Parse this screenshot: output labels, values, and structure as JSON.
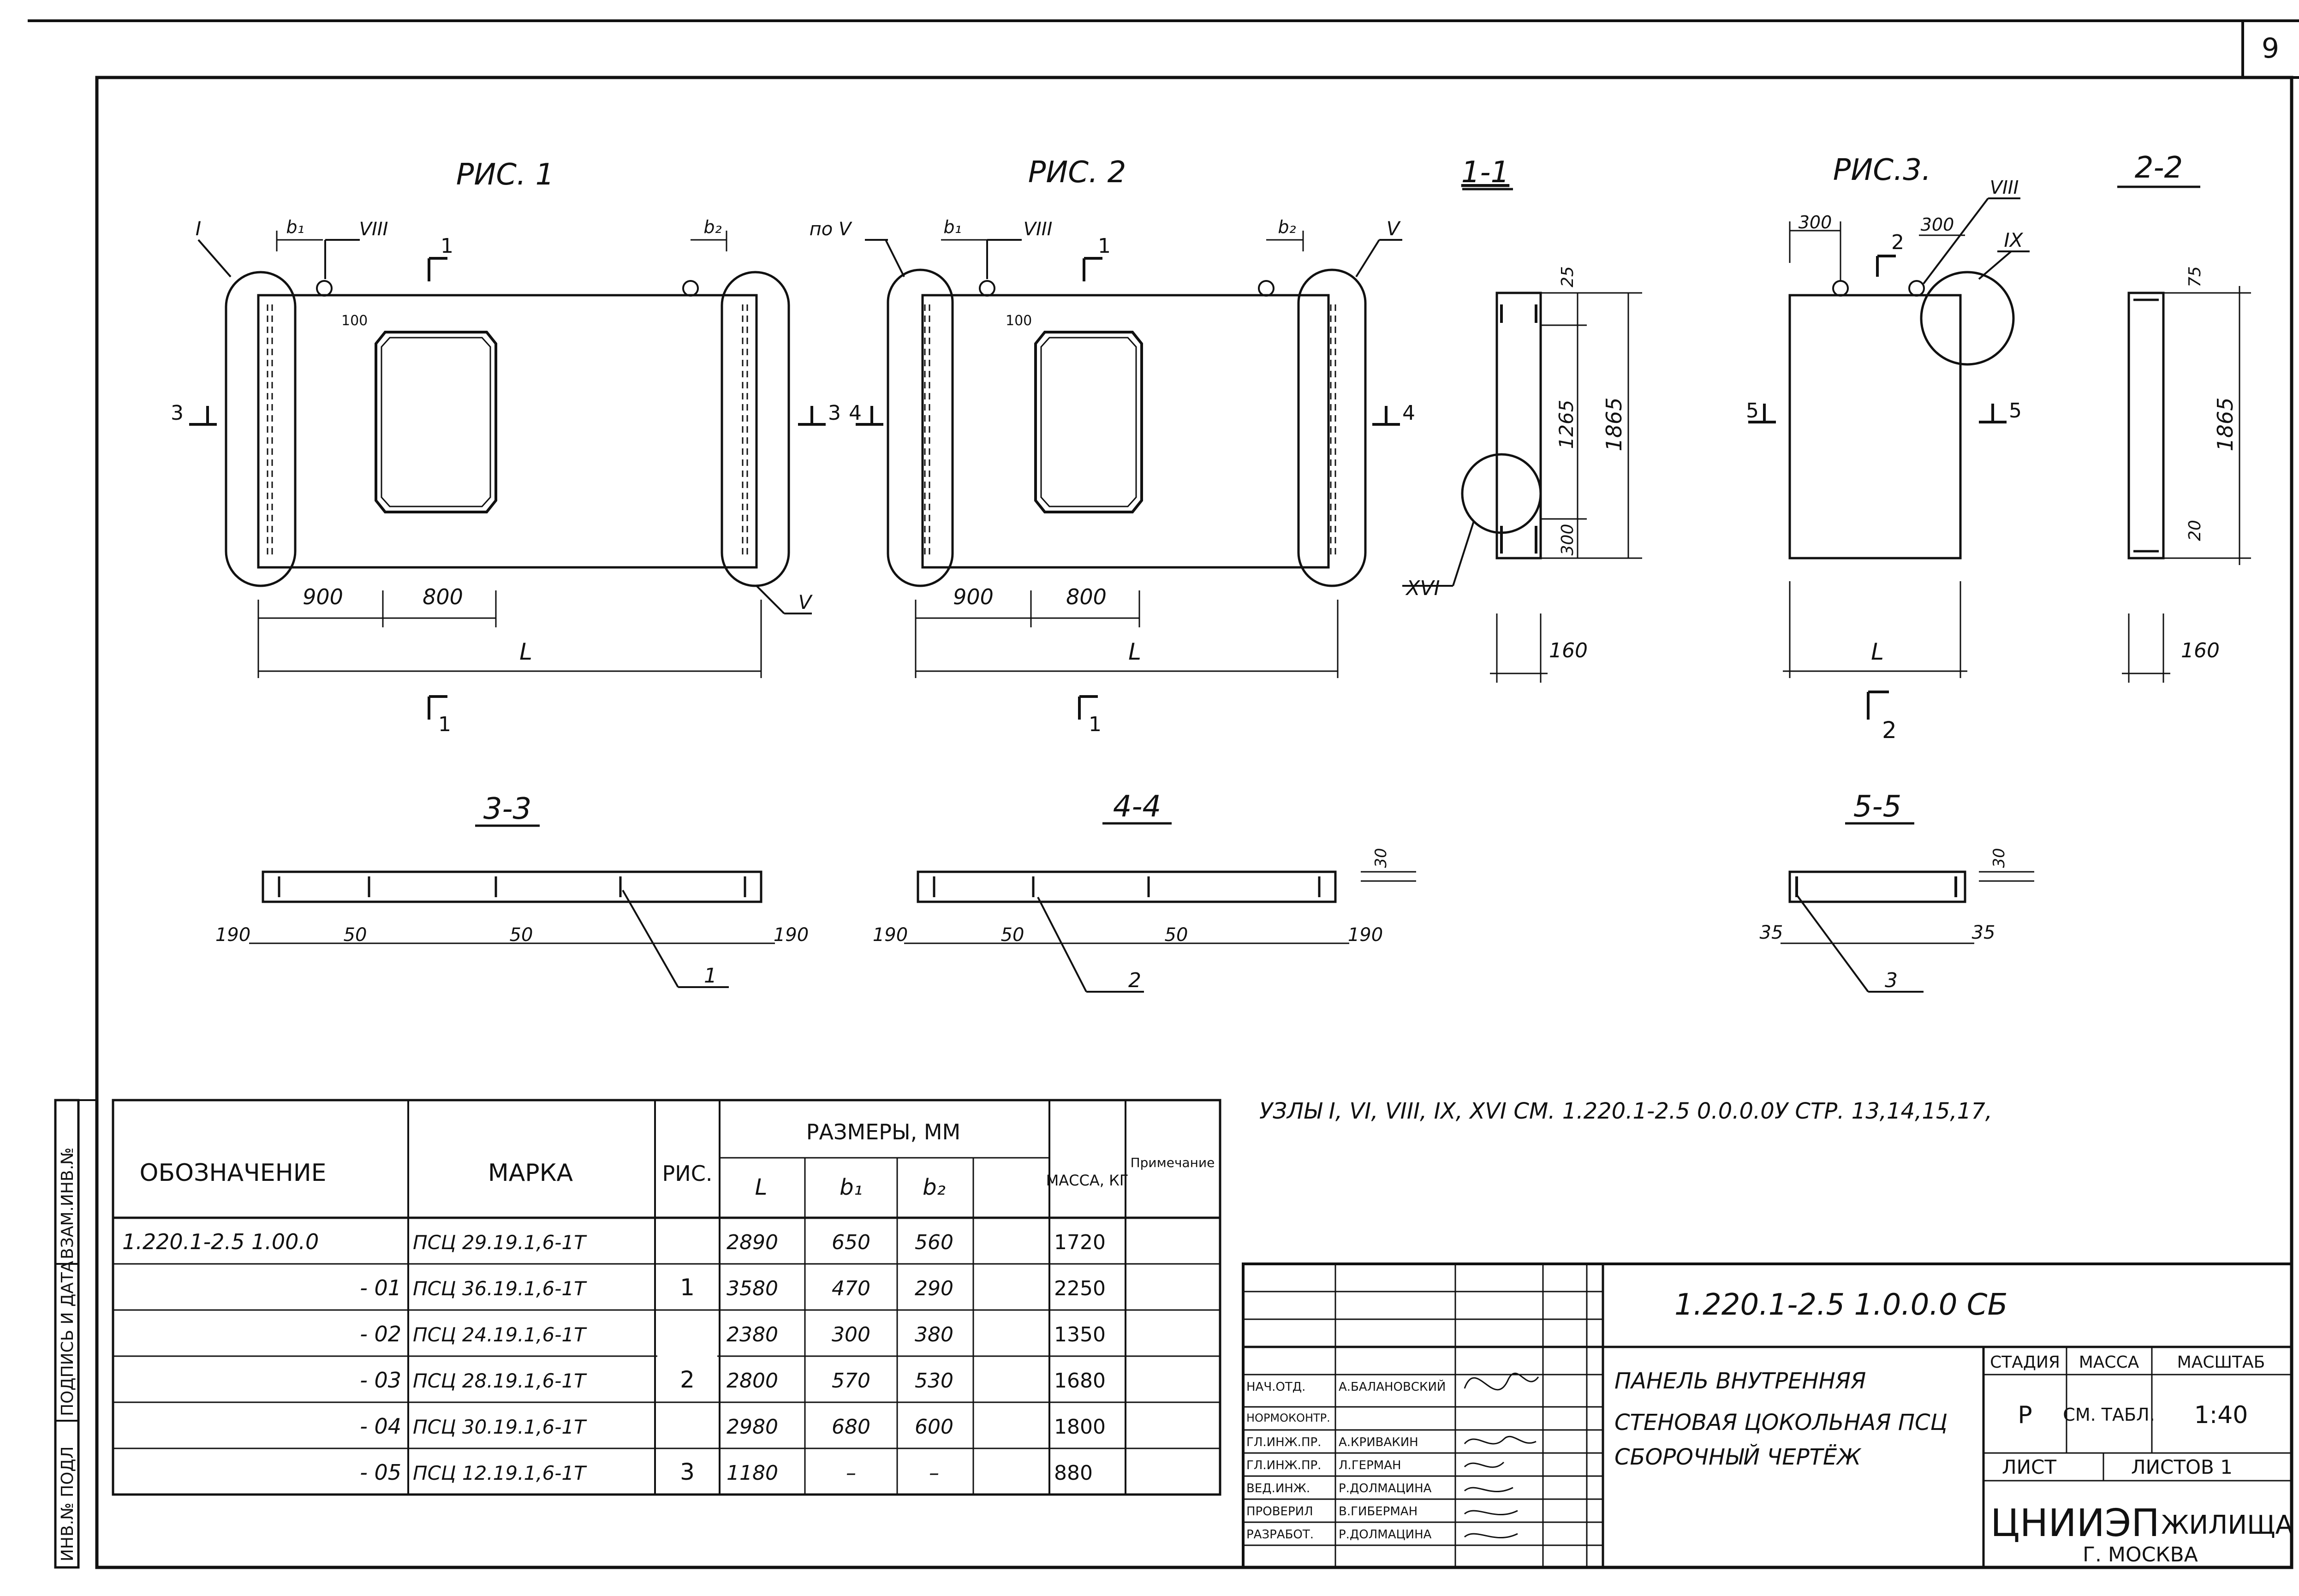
{
  "sheet": {
    "page_number": "9",
    "stamp_side": [
      "ИНВ.№ ПОДЛ",
      "ПОДПИСЬ И ДАТА",
      "ВЗАМ.ИНВ.№"
    ]
  },
  "figures": {
    "fig1": {
      "title": "РИС. 1",
      "node_tl": "I",
      "node_top": "VIII",
      "node_br": "V",
      "b1": "b₁",
      "b2": "b₂",
      "cut_top": "1",
      "cut_bottom": "1",
      "cut_left": "3",
      "cut_right": "3",
      "dim_100": "100",
      "dim_900": "900",
      "dim_800": "800",
      "dim_L": "L"
    },
    "fig2": {
      "title": "РИС. 2",
      "node_tl": "по V",
      "node_top": "VIII",
      "node_tr": "V",
      "b1": "b₁",
      "b2": "b₂",
      "cut_top": "1",
      "cut_bottom": "1",
      "cut_left": "4",
      "cut_right": "4",
      "dim_100": "100",
      "dim_900": "900",
      "dim_800": "800",
      "dim_L": "L"
    },
    "sec11": {
      "title": "1-1",
      "d25": "25",
      "d1265": "1265",
      "d1865": "1865",
      "d300": "300",
      "d160": "160",
      "node": "XVI"
    },
    "fig3": {
      "title": "РИС.3.",
      "d300a": "300",
      "d300b": "300",
      "cut2": "2",
      "node_a": "VIII",
      "node_b": "IX",
      "cut_left": "5",
      "cut_right": "5",
      "cut_bottom": "2",
      "dim_L": "L"
    },
    "sec22": {
      "title": "2-2",
      "d75": "75",
      "d1865": "1865",
      "d20": "20",
      "d160": "160"
    },
    "sec33": {
      "title": "3-3",
      "d190a": "190",
      "d50a": "50",
      "d50b": "50",
      "d190b": "190",
      "pos": "1"
    },
    "sec44": {
      "title": "4-4",
      "d190a": "190",
      "d50a": "50",
      "d50b": "50",
      "d190b": "190",
      "pos": "2",
      "d30": "30"
    },
    "sec55": {
      "title": "5-5",
      "d35a": "35",
      "d35b": "35",
      "pos": "3",
      "d30": "30"
    }
  },
  "note": "УЗЛЫ I, VI, VIII, IX, XVI СМ. 1.220.1-2.5 0.0.0.0У СТР. 13,14,15,17,",
  "spec_table": {
    "headers": {
      "designation": "ОБОЗНАЧЕНИЕ",
      "mark": "МАРКА",
      "fig": "РИС.",
      "sizes": "РАЗМЕРЫ, ММ",
      "L": "L",
      "b1": "b₁",
      "b2": "b₂",
      "mass": "МАССА, КГ",
      "note": "Примечание"
    },
    "rows": [
      {
        "designation": "1.220.1-2.5 1.00.0",
        "mark": "ПСЦ 29.19.1,6-1Т",
        "L": "2890",
        "b1": "650",
        "b2": "560",
        "mass": "1720"
      },
      {
        "designation": "- 01",
        "mark": "ПСЦ 36.19.1,6-1Т",
        "L": "3580",
        "b1": "470",
        "b2": "290",
        "mass": "2250"
      },
      {
        "designation": "- 02",
        "mark": "ПСЦ 24.19.1,6-1Т",
        "L": "2380",
        "b1": "300",
        "b2": "380",
        "mass": "1350"
      },
      {
        "designation": "- 03",
        "mark": "ПСЦ 28.19.1,6-1Т",
        "L": "2800",
        "b1": "570",
        "b2": "530",
        "mass": "1680"
      },
      {
        "designation": "- 04",
        "mark": "ПСЦ 30.19.1,6-1Т",
        "L": "2980",
        "b1": "680",
        "b2": "600",
        "mass": "1800"
      },
      {
        "designation": "- 05",
        "mark": "ПСЦ 12.19.1,6-1Т",
        "L": "1180",
        "b1": "–",
        "b2": "–",
        "mass": "880"
      }
    ],
    "fig_groups": [
      "1",
      "2",
      "3"
    ]
  },
  "title_block": {
    "code": "1.220.1-2.5 1.0.0.0 СБ",
    "roles": [
      {
        "role": "НАЧ.ОТД.",
        "name": "А.БАЛАНОВСКИЙ"
      },
      {
        "role": "НОРМОКОНТР.",
        "name": ""
      },
      {
        "role": "ГЛ.ИНЖ.ПР.",
        "name": "А.КРИВАКИН"
      },
      {
        "role": "ГЛ.ИНЖ.ПР.",
        "name": "Л.ГЕРМАН"
      },
      {
        "role": "ВЕД.ИНЖ.",
        "name": "Р.ДОЛМАЦИНА"
      },
      {
        "role": "ПРОВЕРИЛ",
        "name": "В.ГИБЕРМАН"
      },
      {
        "role": "РАЗРАБОТ.",
        "name": "Р.ДОЛМАЦИНА"
      }
    ],
    "description": [
      "ПАНЕЛЬ ВНУТРЕННЯЯ",
      "СТЕНОВАЯ ЦОКОЛЬНАЯ ПСЦ",
      "СБОРОЧНЫЙ ЧЕРТЁЖ"
    ],
    "stage_label": "СТАДИЯ",
    "stage": "Р",
    "mass_label": "МАССА",
    "mass": "СМ. ТАБЛ.",
    "scale_label": "МАСШТАБ",
    "scale": "1:40",
    "sheet_label": "ЛИСТ",
    "sheets_label": "ЛИСТОВ 1",
    "org": "ЦНИИЭП",
    "org2": "ЖИЛИЩА",
    "city": "Г. МОСКВА"
  }
}
